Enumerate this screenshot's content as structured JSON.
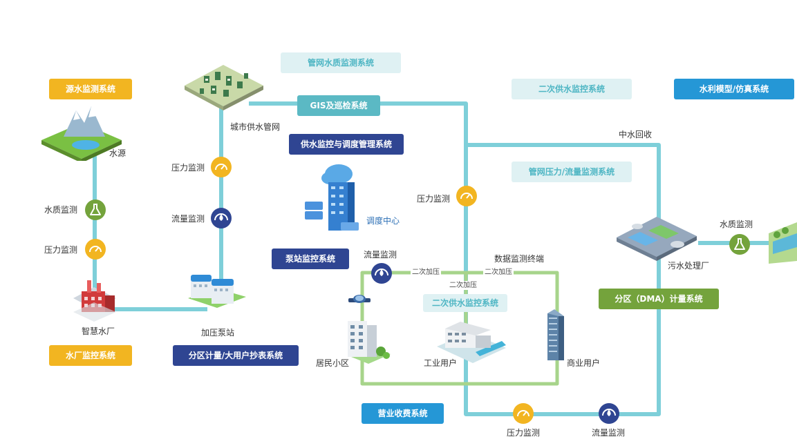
{
  "systems": {
    "source": "源水监测系统",
    "plant": "水厂监控系统",
    "pipe_quality": "管网水质监测系统",
    "gis": "GIS及巡检系统",
    "dispatch": "供水监控与调度管理系统",
    "pump": "泵站监控系统",
    "zone_meter": "分区计量/大用户抄表系统",
    "secondary_top": "二次供水监控系统",
    "model": "水利模型/仿真系统",
    "pressure_flow": "管网压力/流量监测系统",
    "secondary_mid": "二次供水监控系统",
    "dma": "分区（DMA）计量系统",
    "billing": "营业收费系统"
  },
  "labels": {
    "water_source": "水源",
    "city_network": "城市供水管网",
    "dispatch_center": "调度中心",
    "plant": "智慧水厂",
    "pump_station": "加压泵站",
    "residential": "居民小区",
    "industrial": "工业用户",
    "commercial": "商业用户",
    "sewage_plant": "污水处理厂",
    "reclaimed": "中水回收",
    "data_terminal": "数据监测终端",
    "quality_left": "水质监测",
    "pressure_left": "压力监测",
    "pressure_pump": "压力监测",
    "flow_pump": "流量监测",
    "pressure_mid": "压力监测",
    "flow_res": "流量监测",
    "quality_right": "水质监测",
    "pressure_bottom": "压力监测",
    "flow_bottom": "流量监测",
    "boost1": "二次加压",
    "boost2": "二次加压",
    "boost3": "二次加压"
  },
  "colors": {
    "pipe_blue": "#7ecfd9",
    "pipe_green": "#a7d48b",
    "gauge_yellow": "#f2b521",
    "flow_navy": "#2f4592",
    "quality_green": "#74a33c"
  },
  "icons": {
    "quality": "flask-icon",
    "pressure": "gauge-icon",
    "flow": "flow-meter-icon"
  }
}
